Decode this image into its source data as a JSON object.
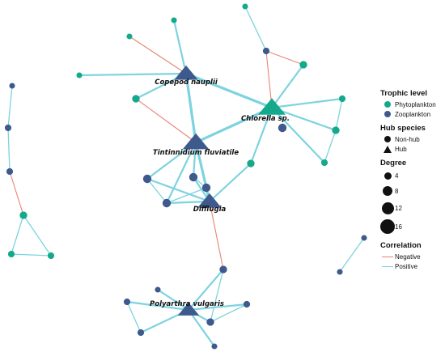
{
  "colors": {
    "phytoplankton": "#14a98a",
    "zooplankton": "#3e5a8c",
    "negative": "#e88474",
    "positive": "#7dd3df"
  },
  "nodes": [
    {
      "id": "copepod",
      "type": "zoo",
      "hub": true,
      "degree": 9,
      "label": "Copepod nauplii"
    },
    {
      "id": "chlorella",
      "type": "phyto",
      "hub": true,
      "degree": 12,
      "label": "Chlorella sp."
    },
    {
      "id": "tintinnid",
      "type": "zoo",
      "hub": true,
      "degree": 11,
      "label": "Tintinnidium fluviatile"
    },
    {
      "id": "difflugia",
      "type": "zoo",
      "hub": true,
      "degree": 9,
      "label": "Difflugia"
    },
    {
      "id": "polyarthra",
      "type": "zoo",
      "hub": true,
      "degree": 7,
      "label": "Polyarthra vulgaris"
    },
    {
      "id": "n_top1",
      "type": "phyto",
      "hub": false,
      "degree": 1
    },
    {
      "id": "n_top2",
      "type": "phyto",
      "hub": false,
      "degree": 1
    },
    {
      "id": "n_top3",
      "type": "phyto",
      "hub": false,
      "degree": 1
    },
    {
      "id": "n_left1",
      "type": "phyto",
      "hub": false,
      "degree": 1
    },
    {
      "id": "n_z1",
      "type": "zoo",
      "hub": false,
      "degree": 2
    },
    {
      "id": "n_p1",
      "type": "phyto",
      "hub": false,
      "degree": 3
    },
    {
      "id": "n_p2",
      "type": "phyto",
      "hub": false,
      "degree": 3
    },
    {
      "id": "n_z2",
      "type": "zoo",
      "hub": false,
      "degree": 4
    },
    {
      "id": "n_p3",
      "type": "phyto",
      "hub": false,
      "degree": 2
    },
    {
      "id": "n_p4",
      "type": "phyto",
      "hub": false,
      "degree": 3
    },
    {
      "id": "n_p5",
      "type": "phyto",
      "hub": false,
      "degree": 2
    },
    {
      "id": "n_p6",
      "type": "phyto",
      "hub": false,
      "degree": 3
    },
    {
      "id": "n_z3",
      "type": "zoo",
      "hub": false,
      "degree": 4
    },
    {
      "id": "n_z4",
      "type": "zoo",
      "hub": false,
      "degree": 4
    },
    {
      "id": "n_z5",
      "type": "zoo",
      "hub": false,
      "degree": 4
    },
    {
      "id": "n_z6",
      "type": "zoo",
      "hub": false,
      "degree": 4
    },
    {
      "id": "n_e1",
      "type": "zoo",
      "hub": false,
      "degree": 1
    },
    {
      "id": "n_e2",
      "type": "zoo",
      "hub": false,
      "degree": 2
    },
    {
      "id": "n_e3",
      "type": "zoo",
      "hub": false,
      "degree": 2
    },
    {
      "id": "n_e4",
      "type": "phyto",
      "hub": false,
      "degree": 3
    },
    {
      "id": "n_e5",
      "type": "phyto",
      "hub": false,
      "degree": 2
    },
    {
      "id": "n_e6",
      "type": "phyto",
      "hub": false,
      "degree": 2
    },
    {
      "id": "n_s1",
      "type": "zoo",
      "hub": false,
      "degree": 3
    },
    {
      "id": "n_s2",
      "type": "zoo",
      "hub": false,
      "degree": 2
    },
    {
      "id": "n_s3",
      "type": "zoo",
      "hub": false,
      "degree": 2
    },
    {
      "id": "n_s4",
      "type": "zoo",
      "hub": false,
      "degree": 2
    },
    {
      "id": "n_s5",
      "type": "zoo",
      "hub": false,
      "degree": 1
    },
    {
      "id": "n_s6",
      "type": "zoo",
      "hub": false,
      "degree": 3
    },
    {
      "id": "n_s7",
      "type": "zoo",
      "hub": false,
      "degree": 1
    },
    {
      "id": "n_r1",
      "type": "zoo",
      "hub": false,
      "degree": 1
    },
    {
      "id": "n_r2",
      "type": "zoo",
      "hub": false,
      "degree": 1
    }
  ],
  "edges": [
    {
      "source": "copepod",
      "target": "n_top1",
      "sign": "negative"
    },
    {
      "source": "copepod",
      "target": "n_top2",
      "sign": "positive"
    },
    {
      "source": "copepod",
      "target": "n_left1",
      "sign": "positive"
    },
    {
      "source": "copepod",
      "target": "n_p1",
      "sign": "positive"
    },
    {
      "source": "copepod",
      "target": "chlorella",
      "sign": "positive"
    },
    {
      "source": "copepod",
      "target": "tintinnid",
      "sign": "positive"
    },
    {
      "source": "n_p1",
      "target": "tintinnid",
      "sign": "negative"
    },
    {
      "source": "n_top3",
      "target": "n_z1",
      "sign": "positive"
    },
    {
      "source": "n_z1",
      "target": "n_p2",
      "sign": "negative"
    },
    {
      "source": "n_z1",
      "target": "chlorella",
      "sign": "negative"
    },
    {
      "source": "n_p2",
      "target": "chlorella",
      "sign": "positive"
    },
    {
      "source": "chlorella",
      "target": "n_p3",
      "sign": "positive"
    },
    {
      "source": "chlorella",
      "target": "n_p4",
      "sign": "positive"
    },
    {
      "source": "chlorella",
      "target": "n_p5",
      "sign": "positive"
    },
    {
      "source": "n_p3",
      "target": "n_p4",
      "sign": "positive"
    },
    {
      "source": "n_p4",
      "target": "n_p5",
      "sign": "positive"
    },
    {
      "source": "chlorella",
      "target": "tintinnid",
      "sign": "positive"
    },
    {
      "source": "chlorella",
      "target": "n_p6",
      "sign": "positive"
    },
    {
      "source": "n_p6",
      "target": "difflugia",
      "sign": "positive"
    },
    {
      "source": "tintinnid",
      "target": "n_z3",
      "sign": "positive"
    },
    {
      "source": "tintinnid",
      "target": "n_z4",
      "sign": "positive"
    },
    {
      "source": "tintinnid",
      "target": "n_z5",
      "sign": "positive"
    },
    {
      "source": "tintinnid",
      "target": "n_z6",
      "sign": "positive"
    },
    {
      "source": "tintinnid",
      "target": "difflugia",
      "sign": "positive"
    },
    {
      "source": "n_z3",
      "target": "difflugia",
      "sign": "positive"
    },
    {
      "source": "n_z4",
      "target": "difflugia",
      "sign": "positive"
    },
    {
      "source": "n_z5",
      "target": "difflugia",
      "sign": "positive"
    },
    {
      "source": "n_z6",
      "target": "difflugia",
      "sign": "positive"
    },
    {
      "source": "n_z3",
      "target": "n_z5",
      "sign": "positive"
    },
    {
      "source": "n_z4",
      "target": "n_z6",
      "sign": "positive"
    },
    {
      "source": "n_z5",
      "target": "n_z6",
      "sign": "positive"
    },
    {
      "source": "n_e1",
      "target": "n_e2",
      "sign": "positive"
    },
    {
      "source": "n_e2",
      "target": "n_e3",
      "sign": "positive"
    },
    {
      "source": "n_e3",
      "target": "n_e4",
      "sign": "negative"
    },
    {
      "source": "n_e4",
      "target": "n_e5",
      "sign": "positive"
    },
    {
      "source": "n_e4",
      "target": "n_e6",
      "sign": "positive"
    },
    {
      "source": "n_e5",
      "target": "n_e6",
      "sign": "positive"
    },
    {
      "source": "difflugia",
      "target": "n_s1",
      "sign": "negative"
    },
    {
      "source": "n_s1",
      "target": "polyarthra",
      "sign": "positive"
    },
    {
      "source": "n_s1",
      "target": "n_s6",
      "sign": "positive"
    },
    {
      "source": "n_s2",
      "target": "polyarthra",
      "sign": "positive"
    },
    {
      "source": "n_s2",
      "target": "n_s3",
      "sign": "positive"
    },
    {
      "source": "n_s3",
      "target": "polyarthra",
      "sign": "positive"
    },
    {
      "source": "n_s4",
      "target": "polyarthra",
      "sign": "positive"
    },
    {
      "source": "n_s4",
      "target": "n_s6",
      "sign": "positive"
    },
    {
      "source": "n_s5",
      "target": "polyarthra",
      "sign": "positive"
    },
    {
      "source": "n_s6",
      "target": "polyarthra",
      "sign": "positive"
    },
    {
      "source": "n_s7",
      "target": "polyarthra",
      "sign": "positive"
    },
    {
      "source": "n_r1",
      "target": "n_r2",
      "sign": "positive"
    }
  ],
  "legend": {
    "trophic_title": "Trophic level",
    "phyto_label": "Phytoplankton",
    "zoo_label": "Zooplankton",
    "hub_title": "Hub species",
    "nonhub_label": "Non-hub",
    "hub_label": "Hub",
    "degree_title": "Degree",
    "degree_values": [
      "4",
      "8",
      "12",
      "16"
    ],
    "correlation_title": "Correlation",
    "negative_label": "Negative",
    "positive_label": "Positive"
  }
}
